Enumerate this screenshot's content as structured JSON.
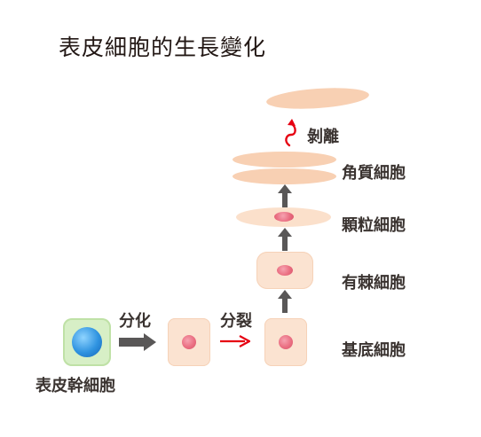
{
  "title": "表皮細胞的生長變化",
  "stem_cell_label": "表皮幹細胞",
  "arrow_differentiation_label": "分化",
  "arrow_division_label": "分裂",
  "layers": {
    "shedding": "剝離",
    "cornified": "角質細胞",
    "granular": "顆粒細胞",
    "spinous": "有棘細胞",
    "basal": "基底細胞"
  },
  "colors": {
    "cell_fill": "#fbe3d1",
    "flat_cell_fill": "#f8d0b3",
    "nucleus": "#e86a7e",
    "stem_cell_fill": "#d7efc6",
    "stem_nucleus": "#2f93e0",
    "arrow_gray": "#595757",
    "arrow_red": "#e60012"
  }
}
